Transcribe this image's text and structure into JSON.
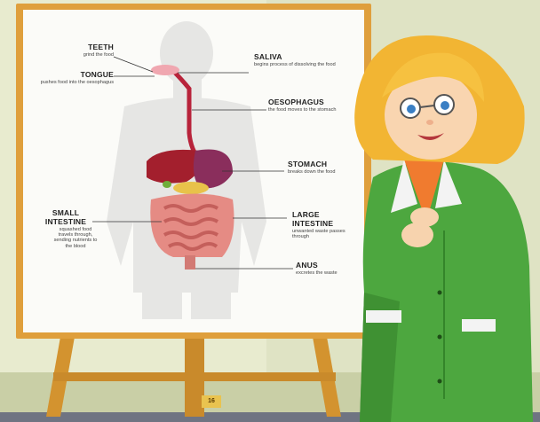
{
  "labels": {
    "teeth": {
      "title": "TEETH",
      "desc": "grind the food"
    },
    "tongue": {
      "title": "TONGUE",
      "desc": "pushes food into the oesophagus"
    },
    "saliva": {
      "title": "SALIVA",
      "desc": "begins process of dissolving the food"
    },
    "oesophagus": {
      "title": "OESOPHAGUS",
      "desc": "the food moves to the stomach"
    },
    "stomach": {
      "title": "STOMACH",
      "desc": "breaks down the food"
    },
    "small": {
      "title": "SMALL",
      "title2": "INTESTINE",
      "desc": "squashed food travels through, sending nutrients to the blood"
    },
    "large": {
      "title": "LARGE",
      "title2": "INTESTINE",
      "desc": "unwanted waste passes through"
    },
    "anus": {
      "title": "ANUS",
      "desc": "excretes the waste"
    }
  },
  "page_number": "16",
  "colors": {
    "easel_wood": "#d99a3a",
    "board_white": "#fbfbf8",
    "coat_green": "#4da73f",
    "hair": "#f2b533"
  }
}
